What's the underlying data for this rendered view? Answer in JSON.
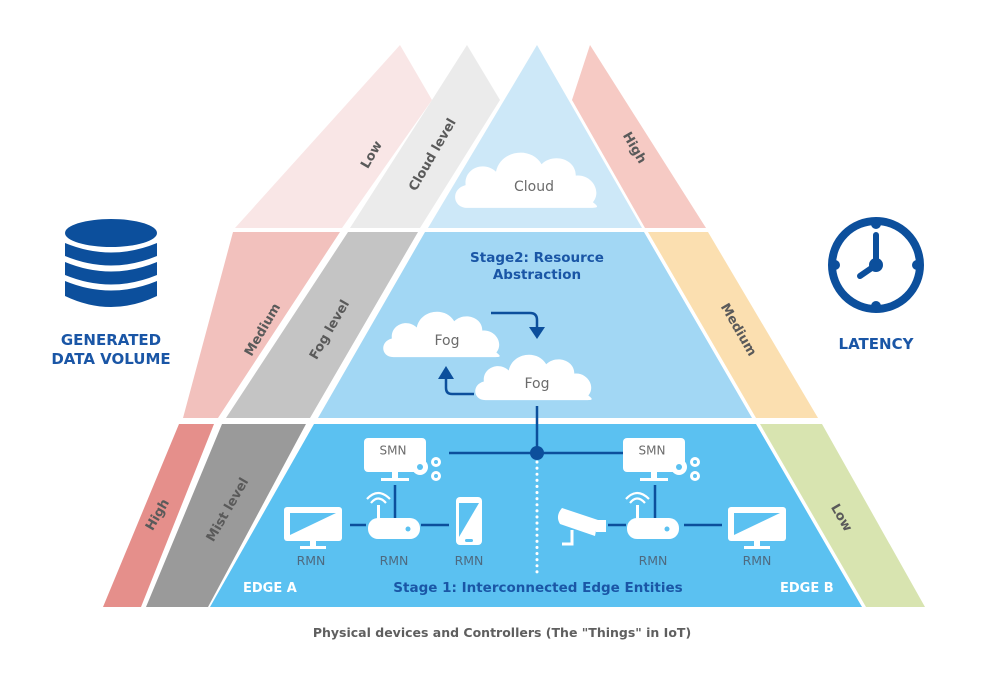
{
  "diagram": {
    "caption": "Physical devices and Controllers (The \"Things\" in IoT)",
    "left_indicator": {
      "icon": "database-icon",
      "label_line1": "GENERATED",
      "label_line2": "DATA VOLUME"
    },
    "right_indicator": {
      "icon": "clock-icon",
      "label": "LATENCY"
    },
    "levels": [
      {
        "name": "Cloud level",
        "data_volume": "Low",
        "latency": "High"
      },
      {
        "name": "Fog level",
        "data_volume": "Medium",
        "latency": "Medium"
      },
      {
        "name": "Mist level",
        "data_volume": "High",
        "latency": "Low"
      }
    ],
    "cloud_tier": {
      "cloud_label": "Cloud"
    },
    "fog_tier": {
      "title_line1": "Stage2: Resource",
      "title_line2": "Abstraction",
      "fog_nodes": [
        "Fog",
        "Fog"
      ]
    },
    "edge_tier": {
      "title": "Stage 1: Interconnected Edge Entities",
      "edge_a": {
        "label": "EDGE A",
        "smn_label": "SMN",
        "devices": [
          {
            "icon": "monitor-icon",
            "label": "RMN"
          },
          {
            "icon": "router-icon",
            "label": "RMN"
          },
          {
            "icon": "smartphone-icon",
            "label": "RMN"
          }
        ]
      },
      "edge_b": {
        "label": "EDGE B",
        "smn_label": "SMN",
        "devices": [
          {
            "icon": "security-camera-icon",
            "label": ""
          },
          {
            "icon": "router-icon",
            "label": "RMN"
          },
          {
            "icon": "monitor-icon",
            "label": "RMN"
          }
        ]
      }
    },
    "colors": {
      "accent_blue": "#1a56a6",
      "cloud_band": "#cde8f8",
      "fog_band": "#a2d7f4",
      "edge_band": "#5bc1f1",
      "volume_low": "#f9e6e6",
      "volume_medium": "#f2c1bd",
      "volume_high": "#e58f8b",
      "level_cloud": "#ebebeb",
      "level_fog": "#c4c4c4",
      "level_mist": "#9a9a9a",
      "latency_high": "#f6cac4",
      "latency_medium": "#fbdfb0",
      "latency_low": "#d8e4b0"
    }
  }
}
